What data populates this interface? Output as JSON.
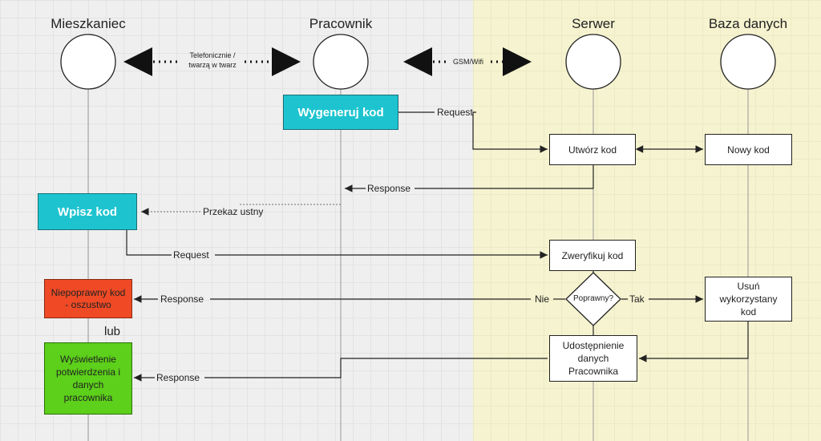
{
  "actors": {
    "mieszkaniec": "Mieszkaniec",
    "pracownik": "Pracownik",
    "serwer": "Serwer",
    "baza": "Baza danych"
  },
  "channels": {
    "phone_line1": "Telefonicznie  /",
    "phone_line2": "twarzą w twarz",
    "gsm": "GSM/Wifi"
  },
  "steps": {
    "generate_code": "Wygeneruj kod",
    "create_code": "Utwórz kod",
    "new_code": "Nowy kod",
    "enter_code": "Wpisz kod",
    "verify_code": "Zweryfikuj kod",
    "decision": "Poprawny?",
    "delete_used_code": "Usuń wykorzystany kod",
    "wrong_code": "Niepoprawny kod - oszustwo",
    "or": "lub",
    "show_confirmation": "Wyświetlenie potwierdzenia i danych pracownika",
    "share_data": "Udostępnienie danych Pracownika"
  },
  "messages": {
    "request1": "Request",
    "response1": "Response",
    "verbal": "Przekaz ustny",
    "request2": "Request",
    "response_wrong": "Response",
    "no": "Nie",
    "yes": "Tak",
    "response_ok": "Response"
  },
  "colors": {
    "cyan": "#1dc4d0",
    "red": "#ef4a25",
    "green": "#5cd01a",
    "server_zone": "#f6f3d0"
  }
}
